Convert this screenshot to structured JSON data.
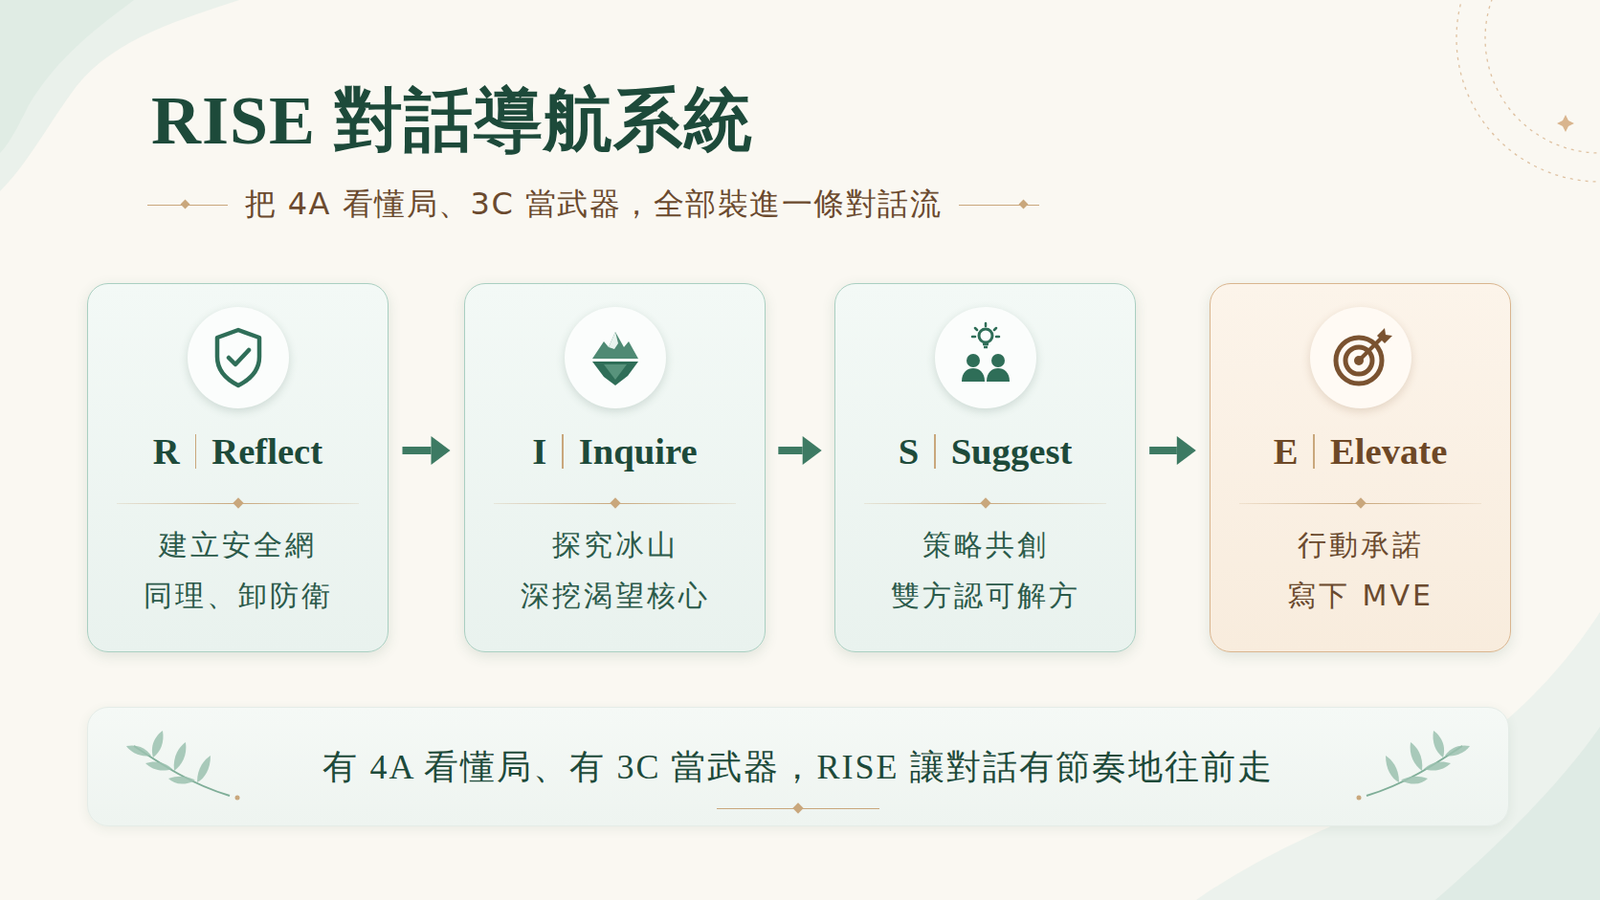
{
  "diagram": {
    "title": "RISE 對話導航系統",
    "nodes": [
      {
        "text": [
          "R",
          "Reflect",
          "建立安全網",
          "同理、卸防衛"
        ]
      },
      {
        "text": [
          "I",
          "Inquire",
          "探究冰山",
          "深挖渴望核心"
        ]
      },
      {
        "text": [
          "S",
          "Suggest",
          "策略共創",
          "雙方認可解方"
        ]
      },
      {
        "text": [
          "E",
          "Elevate",
          "行動承諾",
          "寫下 MVE"
        ]
      },
      {
        "text": [
          "有 4A 看懂局、有 3C 當武器，RISE 讓對話有節奏地往前走"
        ]
      }
    ],
    "edges": [
      {
        "from": 0,
        "to": 1,
        "arrow": "to"
      },
      {
        "from": 1,
        "to": 2,
        "arrow": "to"
      },
      {
        "from": 2,
        "to": 3,
        "arrow": "to"
      }
    ],
    "labels": [
      "把 4A 看懂局、3C 當武器，全部裝進一條對話流"
    ]
  }
}
